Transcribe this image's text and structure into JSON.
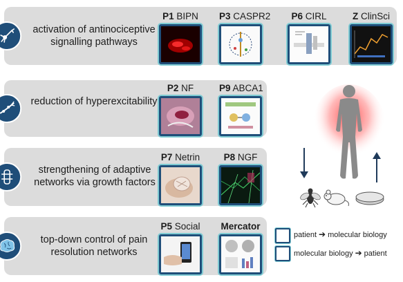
{
  "rows": [
    {
      "text": "activation of antinociceptive signalling pathways",
      "icon": "neuron-icon",
      "projects": [
        {
          "code": "P1",
          "name": "BIPN",
          "thumb": "fluorescence-microscopy-image"
        },
        {
          "code": "P3",
          "name": "CASPR2",
          "thumb": "pns-cns-schematic"
        },
        {
          "code": "P6",
          "name": "CIRL",
          "thumb": "membrane-protein-schematic"
        },
        {
          "code": "Z",
          "name": "ClinSci",
          "thumb": "clinical-data-plot"
        }
      ]
    },
    {
      "text": "reduction of hyperexcitability",
      "icon": "nerve-fiber-icon",
      "projects": [
        {
          "code": "P2",
          "name": "NF",
          "thumb": "surgical-photo"
        },
        {
          "code": "P9",
          "name": "ABCA1",
          "thumb": "pathway-schematic"
        }
      ]
    },
    {
      "text": "strengthening of adaptive networks via growth factors",
      "icon": "spinal-cord-icon",
      "projects": [
        {
          "code": "P7",
          "name": "Netrin",
          "thumb": "tissue-on-hand-photo"
        },
        {
          "code": "P8",
          "name": "NGF",
          "thumb": "neural-network-microscopy"
        }
      ]
    },
    {
      "text": "top-down control of pain resolution networks",
      "icon": "brain-icon",
      "projects": [
        {
          "code": "P5",
          "name": "Social",
          "thumb": "smartphone-photo"
        },
        {
          "code": "",
          "name": "Mercator",
          "thumb": "brain-imaging-panels"
        }
      ]
    }
  ],
  "legend": [
    {
      "from": "patient",
      "to": "molecular biology"
    },
    {
      "from": "molecular biology",
      "to": "patient"
    }
  ],
  "colors": {
    "row_bg": "#dcdcdc",
    "frame": "#1f4e79",
    "frame_outline": "#7fcbd3",
    "pain_glow": "#ff5a5a"
  },
  "illustration": {
    "figure": "human-body-with-pain-glow",
    "models": [
      "fly-icon",
      "mouse-icon",
      "petri-dish-icon"
    ]
  }
}
